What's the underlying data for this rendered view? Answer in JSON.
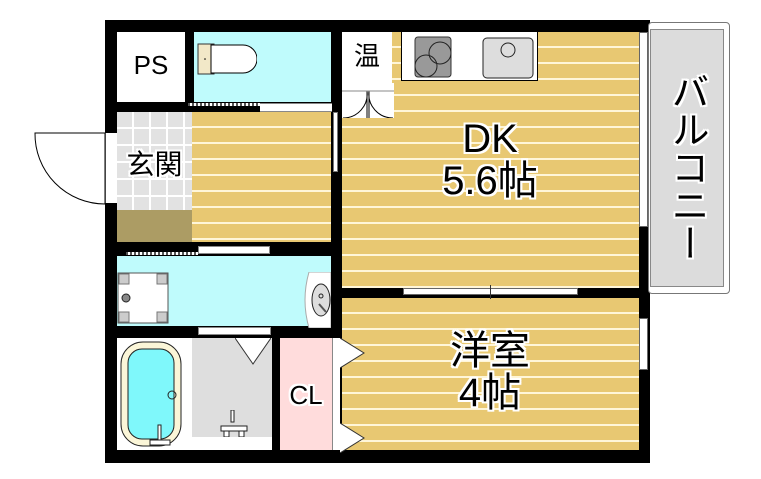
{
  "floorplan": {
    "rooms": {
      "ps": {
        "label": "PS"
      },
      "water_heater": {
        "label": "温"
      },
      "entrance": {
        "label": "玄関"
      },
      "dk": {
        "label": "DK",
        "size": "5.6帖"
      },
      "western_room": {
        "label": "洋室",
        "size": "4帖"
      },
      "closet": {
        "label": "CL"
      },
      "balcony": {
        "label": "バルコニー"
      }
    },
    "colors": {
      "wall": "#000000",
      "wood_floor": "#e8c872",
      "wet_area": "#bffbfc",
      "closet": "#ffdcdc",
      "balcony": "#dcdcdc",
      "entrance_tile": "#e2e2e2",
      "shoe_area": "#ac9c64"
    }
  }
}
